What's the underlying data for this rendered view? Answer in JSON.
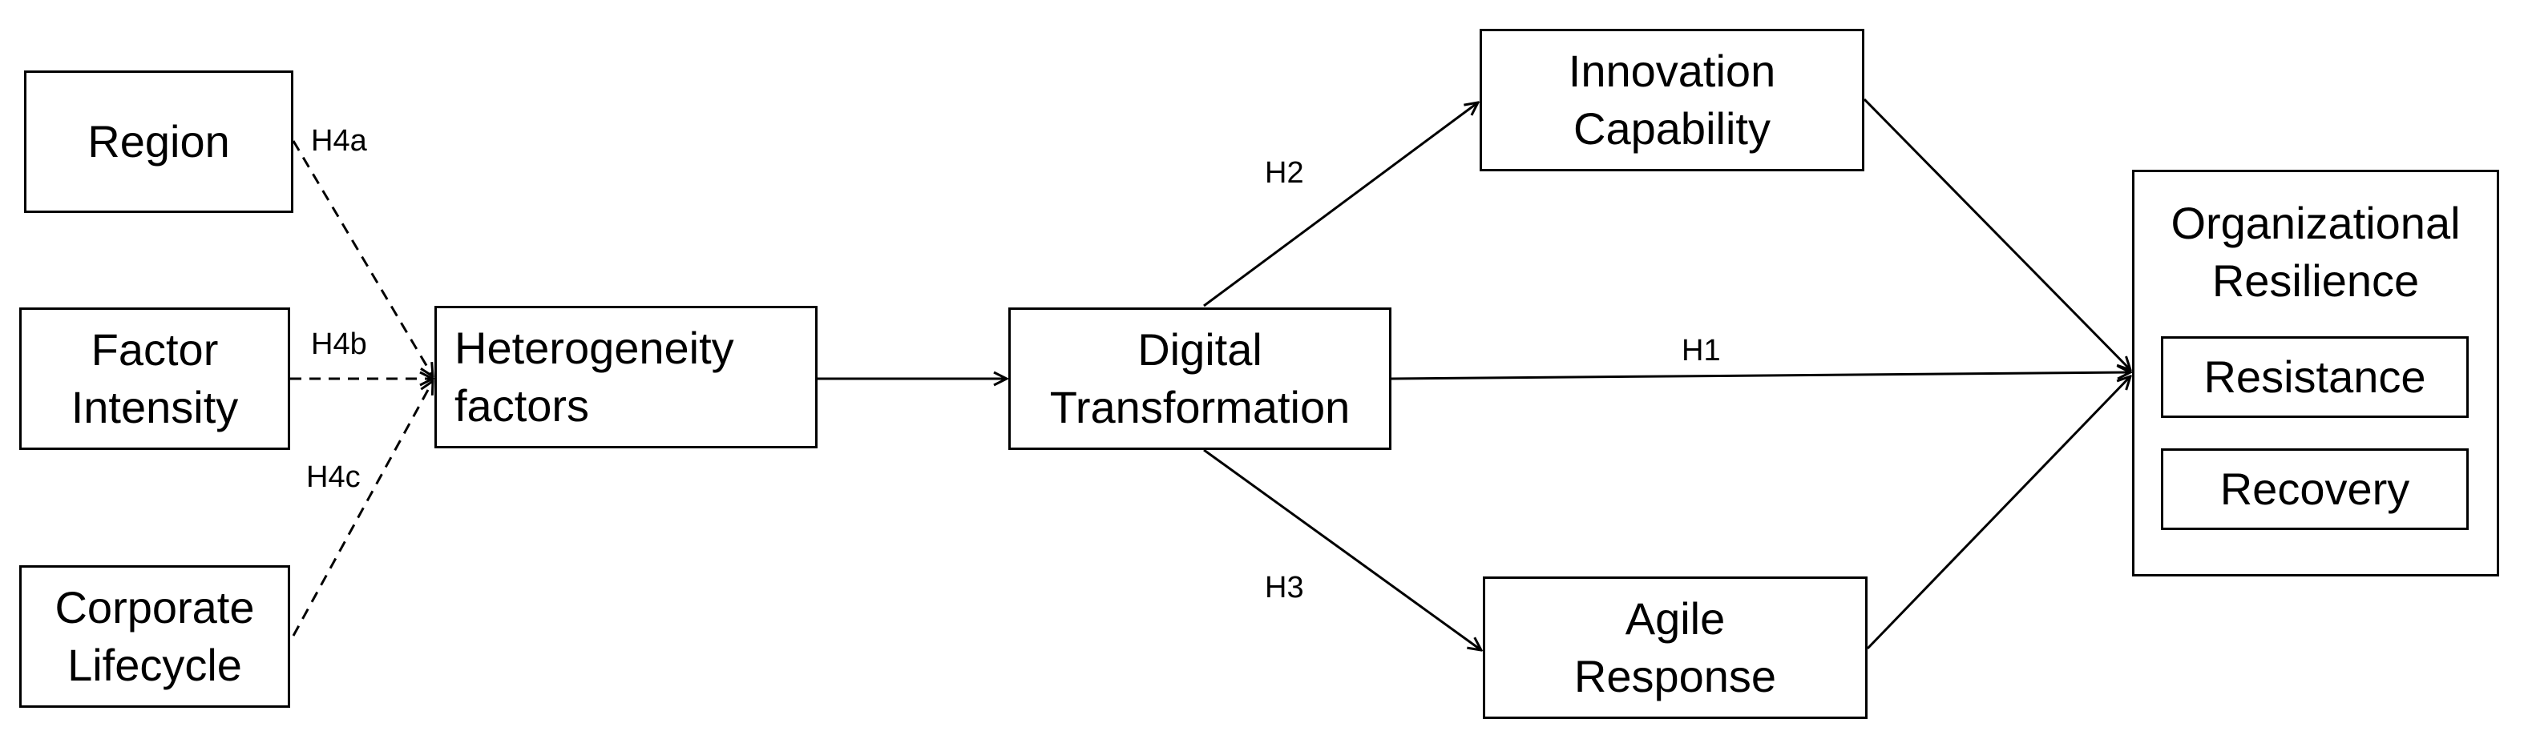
{
  "nodes": {
    "region": [
      "Region"
    ],
    "factor_intensity": [
      "Factor",
      "Intensity"
    ],
    "corporate_lifecycle": [
      "Corporate",
      "Lifecycle"
    ],
    "heterogeneity": [
      "Heterogeneity",
      "factors"
    ],
    "digital_transformation": [
      "Digital",
      "Transformation"
    ],
    "innovation_capability": [
      "Innovation",
      "Capability"
    ],
    "agile_response": [
      "Agile",
      "Response"
    ],
    "organizational_resilience": {
      "title": [
        "Organizational",
        "Resilience"
      ],
      "components": [
        "Resistance",
        "Recovery"
      ]
    }
  },
  "hypotheses": {
    "h1": "H1",
    "h2": "H2",
    "h3": "H3",
    "h4a": "H4a",
    "h4b": "H4b",
    "h4c": "H4c"
  },
  "colors": {
    "stroke": "#000000",
    "background": "#ffffff"
  }
}
